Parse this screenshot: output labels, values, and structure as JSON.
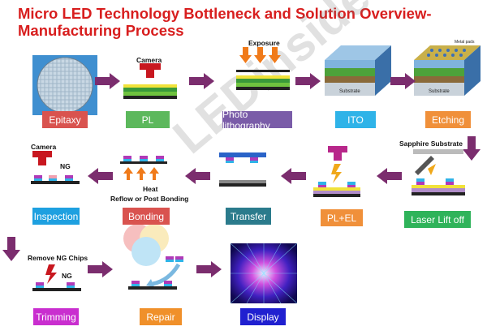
{
  "title": "Micro LED Technology Bottleneck and Solution Overview-\nManufacturing Process",
  "steps": {
    "epitaxy": "Epitaxy",
    "pl": "PL",
    "photo": "Photo lithography",
    "ito": "ITO",
    "etching": "Etching",
    "laser": "Laser  Lift off",
    "plel": "PL+EL",
    "transfer": "Transfer",
    "bonding": "Bonding",
    "inspection": "Inspection",
    "trimming": "Trimming",
    "repair": "Repair",
    "display": "Display"
  },
  "annotations": {
    "camera1": "Camera",
    "exposure": "Exposure",
    "sapphire": "Sapphire Substrate",
    "camera2": "Camera",
    "ng1": "NG",
    "heat": "Heat",
    "reflow": "Reflow or Post Bonding",
    "remove": "Remove NG Chips",
    "ng2": "NG",
    "substrate1": "Substrate",
    "substrate2": "Substrate",
    "metal_pads": "Metal pads"
  },
  "watermark": "LEDinside",
  "colors": {
    "title": "#d81e1e",
    "arrow": "#7b2d6e",
    "epitaxy": "#d9534f",
    "pl": "#5cb85c",
    "photo": "#7a5ca8",
    "ito": "#2fb3e8",
    "etching": "#f0903a",
    "laser": "#2fb35a",
    "plel": "#f0903a",
    "transfer": "#2b7b8c",
    "bonding": "#d9534f",
    "inspection": "#1ea0e0",
    "trimming": "#c92ecf",
    "repair": "#f0902a",
    "display": "#2020d0"
  }
}
